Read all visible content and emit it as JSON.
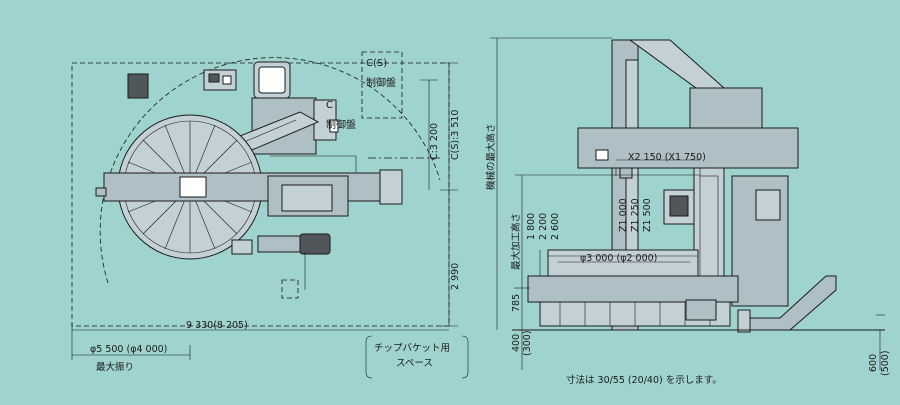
{
  "colors": {
    "background": "#9fd3d0",
    "machine": "#aebfc6",
    "outline": "#1a1a1a"
  },
  "plan": {
    "panel_cs_label": "C(S)",
    "panel_cs_sub": "制御盤",
    "panel_c_label": "C",
    "panel_c_sub": "制御盤",
    "dim_c_height": "C:3 200",
    "dim_cs_height": "C(S):3 510",
    "dim_depth": "2 990",
    "dim_width": "9 330(8 205)",
    "dim_swing": "φ5 500 (φ4 000)",
    "swing_label": "最大振り",
    "chip_label_line1": "チップバケット用",
    "chip_label_line2": "スペース"
  },
  "side": {
    "dim_x": "X2 150 (X1 750)",
    "dim_z1": "Z1 000",
    "dim_z2": "Z1 250",
    "dim_z3": "Z1 500",
    "dim_h1": "1 800",
    "dim_h2": "2 200",
    "dim_h3": "2 600",
    "max_height_label": "機械の最大高さ",
    "max_work_height_label": "最大加工高さ",
    "dim_table": "φ3 000 (φ2 000)",
    "dim_785": "785",
    "dim_400": "400",
    "dim_300": "(300)",
    "dim_600": "600",
    "dim_500": "(500)",
    "footnote": "寸法は 30/55 (20/40) を示します。"
  }
}
